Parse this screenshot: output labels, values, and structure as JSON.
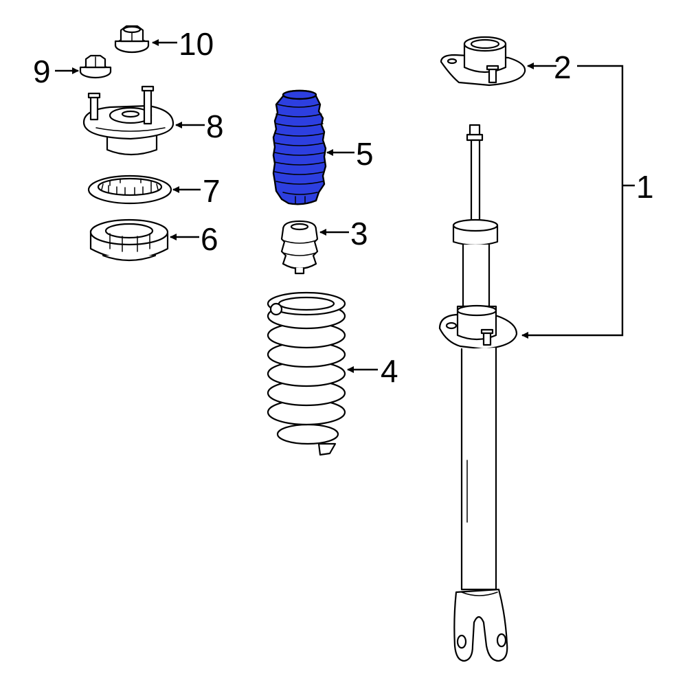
{
  "diagram": {
    "highlight_color": "#2d3fe0",
    "line_color": "#000000",
    "background": "#ffffff",
    "callouts": {
      "c1": "1",
      "c2": "2",
      "c3": "3",
      "c4": "4",
      "c5": "5",
      "c6": "6",
      "c7": "7",
      "c8": "8",
      "c9": "9",
      "c10": "10"
    },
    "highlighted_part": "5"
  }
}
